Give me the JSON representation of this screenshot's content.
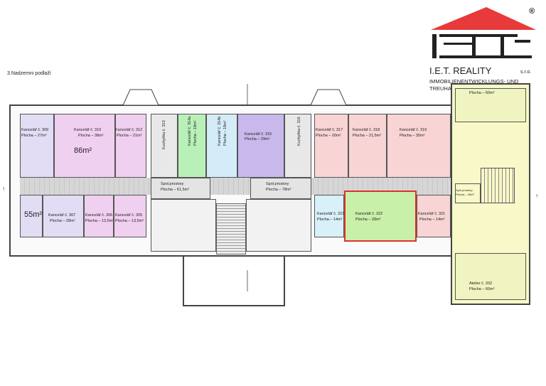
{
  "floor_label": "3.Nadzemni podlaží",
  "logo": {
    "registered": "®",
    "name": "I.E.T. REALITY",
    "suffix": "s.r.o.",
    "line2": "IMMOBILIENENTWICKLUNGS- UND",
    "line3": "TREUHANDGESELLSCHAFT M.B.H."
  },
  "rooms": {
    "r309": {
      "name": "Kancelář č. 309",
      "area": "Plocha – 27m²"
    },
    "r310": {
      "name": "Kancelář č. 310",
      "area": "Plocha – 38m²"
    },
    "r312": {
      "name": "Kancelář č. 312",
      "area": "Plocha – 21m²"
    },
    "r313": {
      "name": "Kuchyňka č. 313"
    },
    "r314a": {
      "name": "Kancelář č. 314a",
      "area": "Plocha – 18m²"
    },
    "r314b": {
      "name": "Kancelář č. 314b",
      "area": "Plocha – 18m²"
    },
    "r315": {
      "name": "Kancelář č. 315",
      "area": "Plocha – 29m²"
    },
    "r316": {
      "name": "Kuchyňka č. 316"
    },
    "r317": {
      "name": "Kancelář č. 317",
      "area": "Plocha – 20m²"
    },
    "r318": {
      "name": "Kancelář č. 318",
      "area": "Plocha – 21,5m²"
    },
    "r319": {
      "name": "Kancelář č. 319",
      "area": "Plocha – 35m²"
    },
    "r307": {
      "name": "Kancelář č. 307",
      "area": "Plocha – 28m²"
    },
    "r306": {
      "name": "Kancelář č. 306",
      "area": "Plocha – 13,5m²"
    },
    "r305": {
      "name": "Kancelář č. 305",
      "area": "Plocha – 13,5m²"
    },
    "spol1": {
      "name": "Spol.prostory",
      "area": "Plocha – 61,5m²"
    },
    "spol2": {
      "name": "Spol.prostory",
      "area": "Plocha – 78m²"
    },
    "r323": {
      "name": "Kancelář č. 323",
      "area": "Plocha – 14m²"
    },
    "r322": {
      "name": "Kancelář č. 322",
      "area": "Plocha – 28m²"
    },
    "r321": {
      "name": "Kancelář č. 321",
      "area": "Plocha – 14m²"
    },
    "r_top": {
      "area": "Plocha – 60m²"
    },
    "r332": {
      "name": "Atelier č. 332",
      "area": "Plocha – 60m²"
    },
    "spol3": {
      "name": "Spol.prostory",
      "area": "Plocha – 30m²"
    }
  },
  "handwritten": {
    "a": "86m²",
    "b": "55m²"
  },
  "colors": {
    "lavender": "#e2dcf4",
    "pink_violet": "#f0d0f0",
    "green": "#b8f0b8",
    "light_blue": "#d4ecf8",
    "purple": "#c8b8ec",
    "salmon": "#f8d4d4",
    "light_cyan": "#d8f0f8",
    "yellow_green": "#f0f4c0",
    "yellow": "#f8f8c8",
    "highlight": "#e03030",
    "logo_red": "#e83a3a"
  }
}
